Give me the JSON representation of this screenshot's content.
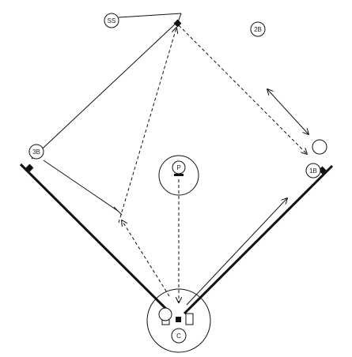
{
  "positions": {
    "shortstop": "SS",
    "second_base": "2B",
    "third_base": "3B",
    "first_base": "1B",
    "pitcher": "P",
    "catcher": "C"
  },
  "colors": {
    "line": "#111111",
    "background": "#ffffff"
  }
}
